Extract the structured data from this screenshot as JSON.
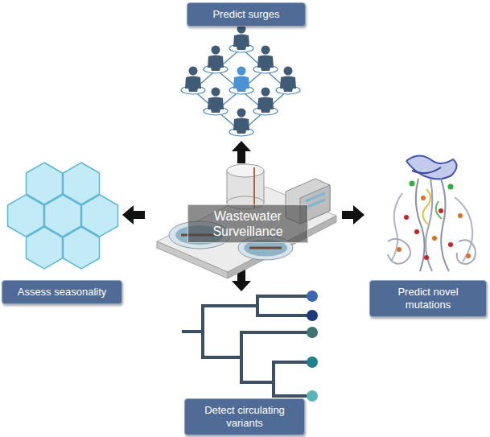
{
  "diagram": {
    "nodes": [
      {
        "text": [
          "Predict surges"
        ]
      },
      {
        "text": [
          "Assess seasonality"
        ]
      },
      {
        "text": [
          "Wastewater Surveillance"
        ]
      },
      {
        "text": [
          "Predict novel mutations"
        ]
      },
      {
        "text": [
          "Detect circulating variants"
        ]
      }
    ]
  }
}
